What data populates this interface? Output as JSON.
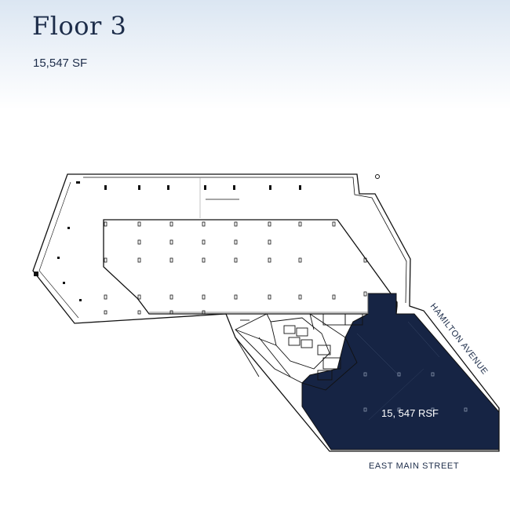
{
  "header": {
    "title": "Floor 3",
    "area": "15,547 SF"
  },
  "plan": {
    "suite_label": "15, 547 RSF",
    "street_east": "HAMILTON AVENUE",
    "street_south": "EAST MAIN STREET",
    "colors": {
      "suite_fill": "#162444",
      "wall": "#111111",
      "title": "#1d2d4a"
    }
  }
}
